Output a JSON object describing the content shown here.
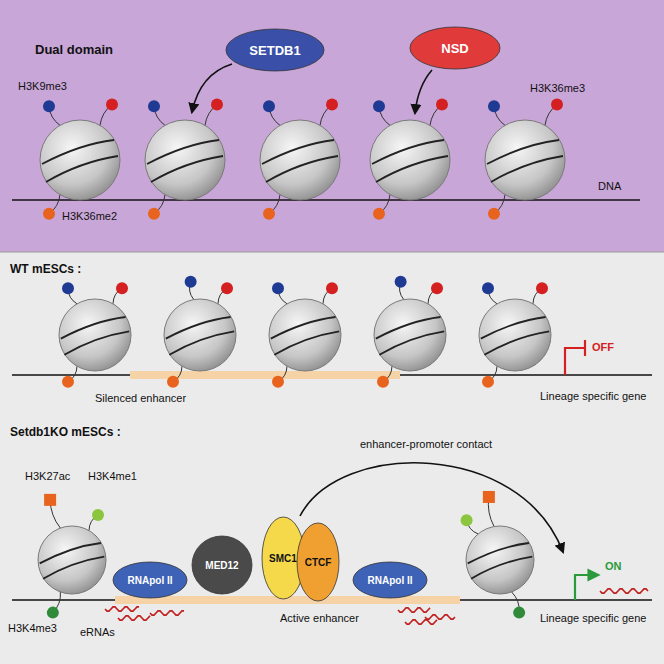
{
  "diagram": {
    "nodes": [
      {
        "text": [
          "SETDB1"
        ]
      },
      {
        "text": [
          "NSD"
        ]
      },
      {
        "text": [
          "RNApol II"
        ]
      },
      {
        "text": [
          "MED12"
        ]
      },
      {
        "text": [
          "SMC1"
        ]
      },
      {
        "text": [
          "CTCF"
        ]
      },
      {
        "text": [
          "RNApol II"
        ]
      }
    ],
    "labels": [
      "Dual domain",
      "H3K9me3",
      "H3K36me3",
      "H3K36me2",
      "DNA",
      "WT mESCs :",
      "Silenced enhancer",
      "OFF",
      "Lineage specific gene",
      "Setdb1KO mESCs :",
      "H3K27ac",
      "H3K4me1",
      "enhancer-promoter contact",
      "H3K4me3",
      "eRNAs",
      "Active enhancer",
      "ON",
      "Lineage specific gene"
    ]
  }
}
